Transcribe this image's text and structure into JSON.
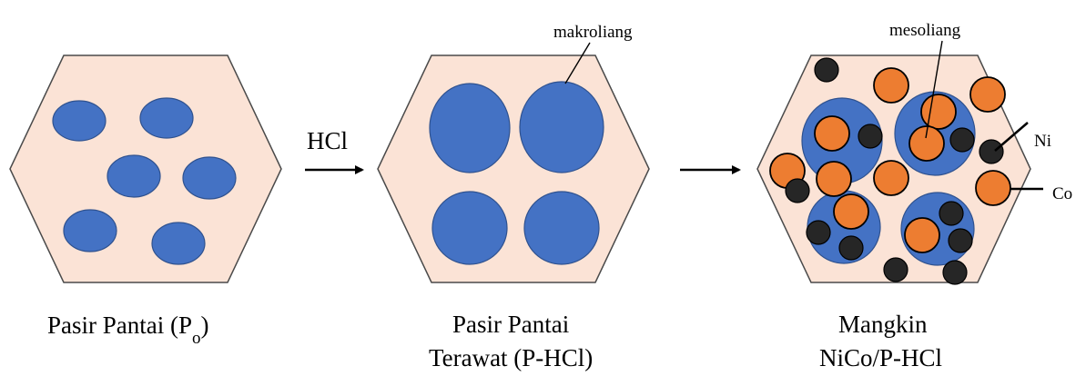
{
  "panels": {
    "raw": {
      "caption_main": "Pasir Pantai (P",
      "caption_subscript": "o",
      "caption_close": ")"
    },
    "treated": {
      "caption_line1": "Pasir Pantai",
      "caption_line2": "Terawat (P-HCl)",
      "pore_label": "makroliang"
    },
    "catalyst": {
      "caption_line1": "Mangkin",
      "caption_line2": "NiCo/P-HCl",
      "pore_label": "mesoliang",
      "ni_label": "Ni",
      "co_label": "Co"
    }
  },
  "arrows": {
    "first_label": "HCl",
    "second_label": ""
  },
  "colors": {
    "hexagon_fill": "#fbe3d6",
    "hexagon_stroke": "#4a4a4a",
    "pore_fill": "#4472c4",
    "co_particle": "#ed7d31",
    "ni_particle": "#262626"
  }
}
